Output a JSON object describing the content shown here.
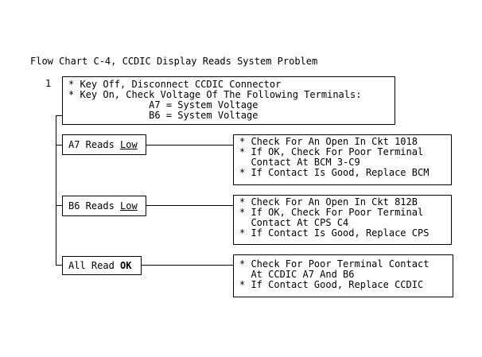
{
  "page": {
    "title": "Flow Chart C-4, CCDIC Display Reads System Problem",
    "step_number": "1"
  },
  "instruction_box": {
    "text": "* Key Off, Disconnect CCDIC Connector\n* Key On, Check Voltage Of The Following Terminals:\n              A7 = System Voltage\n              B6 = System Voltage"
  },
  "branches": [
    {
      "condition_prefix": "A7 Reads ",
      "condition_value": "Low",
      "action_text": "* Check For An Open In Ckt 1018\n* If OK, Check For Poor Terminal\n  Contact At BCM 3-C9\n* If Contact Is Good, Replace BCM"
    },
    {
      "condition_prefix": "B6 Reads ",
      "condition_value": "Low",
      "action_text": "* Check For An Open In Ckt 812B\n* If OK, Check For Poor Terminal\n  Contact At CPS C4\n* If Contact Is Good, Replace CPS"
    },
    {
      "condition_prefix": "All Read ",
      "condition_value": "OK",
      "action_text": "* Check For Poor Terminal Contact\n  At CCDIC A7 And B6\n* If Contact Good, Replace CCDIC"
    }
  ],
  "colors": {
    "background": "#ffffff",
    "ink": "#000000"
  }
}
